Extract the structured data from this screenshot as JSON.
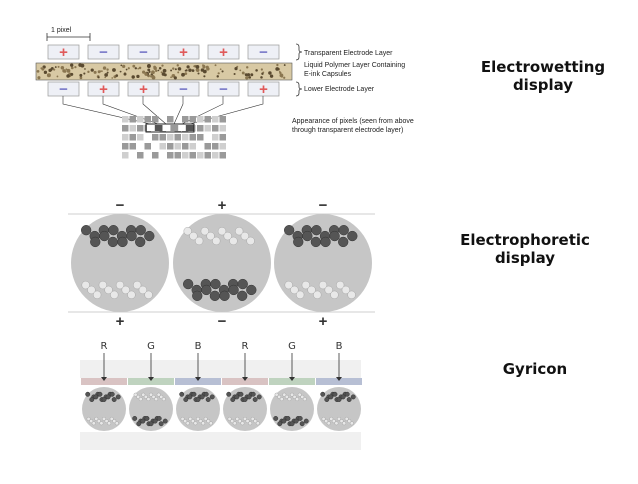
{
  "electrowetting": {
    "title_line1": "Electrowetting",
    "title_line2": "display",
    "pixel_label": "1 pixel",
    "top_signs": [
      "+",
      "−",
      "−",
      "+",
      "+",
      "−"
    ],
    "bottom_signs": [
      "−",
      "+",
      "+",
      "−",
      "−",
      "+"
    ],
    "layer_top": "Transparent Electrode Layer",
    "layer_mid_line1": "Liquid Polymer Layer Containing",
    "layer_mid_line2": "E-ink Capsules",
    "layer_bottom": "Lower Electrode Layer",
    "appearance_line1": "Appearance of pixels (seen from above",
    "appearance_line2": "through transparent electrode layer)"
  },
  "electrophoretic": {
    "title_line1": "Electrophoretic",
    "title_line2": "display",
    "top_signs": [
      "−",
      "+",
      "−"
    ],
    "bottom_signs": [
      "+",
      "−",
      "+"
    ],
    "dark_position": [
      "top",
      "bottom",
      "top"
    ]
  },
  "gyricon": {
    "title": "Gyricon",
    "channels": [
      "R",
      "G",
      "B",
      "R",
      "G",
      "B"
    ],
    "channel_colors": [
      "#d9c3c3",
      "#bfd3bf",
      "#b7bfd4",
      "#d9c3c3",
      "#bfd3bf",
      "#b7bfd4"
    ],
    "dark_position": [
      "top",
      "bottom",
      "top",
      "top",
      "bottom",
      "top"
    ]
  },
  "colors": {
    "plus": "#e05a5a",
    "minus": "#7a7ac8",
    "sphere": "#c6c6c6",
    "ball": "#555555"
  }
}
